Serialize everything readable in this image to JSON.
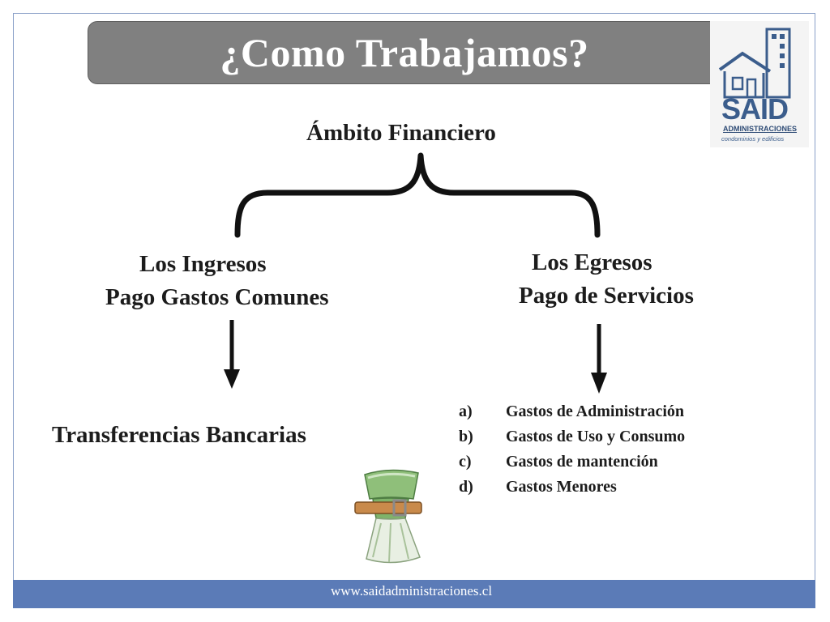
{
  "slide": {
    "title": "¿Como Trabajamos?",
    "heading": "Ámbito Financiero"
  },
  "logo": {
    "name": "SAID",
    "subtitle": "ADMINISTRACIONES",
    "tagline": "condominios y edificios",
    "color": "#3b5d8c"
  },
  "left_branch": {
    "title": "Los Ingresos",
    "subtitle": "Pago Gastos Comunes",
    "result": "Transferencias Bancarias"
  },
  "right_branch": {
    "title": "Los Egresos",
    "subtitle": "Pago de Servicios",
    "items": [
      {
        "marker": "a)",
        "label": "Gastos de Administración"
      },
      {
        "marker": "b)",
        "label": "Gastos de Uso y Consumo"
      },
      {
        "marker": "c)",
        "label": "Gastos  de mantención"
      },
      {
        "marker": "d)",
        "label": "Gastos Menores"
      }
    ]
  },
  "footer": {
    "url": "www.saidadministraciones.cl",
    "color": "#5b7bb7"
  },
  "icons": {
    "money": "money-bundle-icon",
    "logo": "building-house-logo-icon"
  }
}
